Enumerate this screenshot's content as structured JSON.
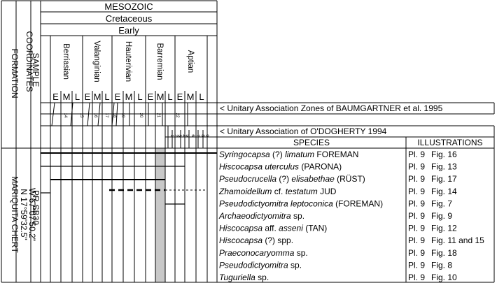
{
  "header": {
    "era": "MESOZOIC",
    "period": "Cretaceous",
    "epoch": "Early",
    "side_columns": [
      "FORMATION",
      "COORDINATES",
      "SAMPLE"
    ],
    "stages": [
      "Berriasian",
      "Valanginian",
      "Hauterivian",
      "Barremian",
      "Aptian"
    ],
    "substages": [
      "E",
      "M",
      "L",
      "E",
      "M",
      "L",
      "E",
      "M",
      "L",
      "E",
      "M",
      "L",
      "E",
      "M",
      "L"
    ]
  },
  "zones": {
    "baumgartner_numbers": [
      "14",
      "15",
      "16",
      "17",
      "18",
      "19",
      "20",
      "21",
      "22"
    ],
    "baumgartner_label": "< Unitary Association Zones of BAUMGARTNER et al. 1995",
    "odogherty_numbers": [
      "1",
      "2",
      "3",
      "4",
      "5",
      "6",
      "7",
      "8",
      "9"
    ],
    "odogherty_label": "< Unitary Association of O'DOGHERTY 1994"
  },
  "sample": {
    "formation": "MARIQUITA CHERT",
    "coordinates_n": "N 17°59'32.5\"",
    "coordinates_w": "W 67°07'50.2\"",
    "id": "PR-SB30"
  },
  "table": {
    "species_header": "SPECIES",
    "illustrations_header": "ILLUSTRATIONS",
    "rows": [
      {
        "species": [
          {
            "t": "Syringocapsa",
            "i": true
          },
          {
            "t": " (?) ",
            "i": false
          },
          {
            "t": "limatum",
            "i": true
          },
          {
            "t": " FOREMAN",
            "i": false
          }
        ],
        "plate": "Pl. 9",
        "fig": "Fig. 16"
      },
      {
        "species": [
          {
            "t": "Hiscocapsa uterculus",
            "i": true
          },
          {
            "t": " (PARONA)",
            "i": false
          }
        ],
        "plate": "Pl. 9",
        "fig": "Fig. 13"
      },
      {
        "species": [
          {
            "t": "Pseudocrucella",
            "i": true
          },
          {
            "t": " (?) ",
            "i": false
          },
          {
            "t": "elisabethae",
            "i": true
          },
          {
            "t": " (RÜST)",
            "i": false
          }
        ],
        "plate": "Pl. 9",
        "fig": "Fig. 17"
      },
      {
        "species": [
          {
            "t": "Zhamoidellum",
            "i": true
          },
          {
            "t": " cf. ",
            "i": false
          },
          {
            "t": "testatum",
            "i": true
          },
          {
            "t": " JUD",
            "i": false
          }
        ],
        "plate": "Pl. 9",
        "fig": "Fig. 14"
      },
      {
        "species": [
          {
            "t": "Pseudodictyomitra leptoconica",
            "i": true
          },
          {
            "t": " (FOREMAN)",
            "i": false
          }
        ],
        "plate": "Pl. 9",
        "fig": "Fig. 7"
      },
      {
        "species": [
          {
            "t": "Archaeodictyomitra",
            "i": true
          },
          {
            "t": " sp.",
            "i": false
          }
        ],
        "plate": "Pl. 9",
        "fig": "Fig. 9"
      },
      {
        "species": [
          {
            "t": "Hiscocapsa",
            "i": true
          },
          {
            "t": " aff. ",
            "i": false
          },
          {
            "t": "asseni",
            "i": true
          },
          {
            "t": " (TAN)",
            "i": false
          }
        ],
        "plate": "Pl. 9",
        "fig": "Fig. 12"
      },
      {
        "species": [
          {
            "t": "Hiscocapsa",
            "i": true
          },
          {
            "t": " (?) spp.",
            "i": false
          }
        ],
        "plate": "Pl. 9",
        "fig": "Fig. 11 and 15"
      },
      {
        "species": [
          {
            "t": "Praeconocaryomma",
            "i": true
          },
          {
            "t": " sp.",
            "i": false
          }
        ],
        "plate": "Pl. 9",
        "fig": "Fig. 18"
      },
      {
        "species": [
          {
            "t": "Pseudodictyomitra",
            "i": true
          },
          {
            "t": " sp.",
            "i": false
          }
        ],
        "plate": "Pl. 9",
        "fig": "Fig. 8"
      },
      {
        "species": [
          {
            "t": "Tuguriella",
            "i": true
          },
          {
            "t": " sp.",
            "i": false
          }
        ],
        "plate": "Pl. 9",
        "fig": "Fig. 10"
      }
    ]
  }
}
